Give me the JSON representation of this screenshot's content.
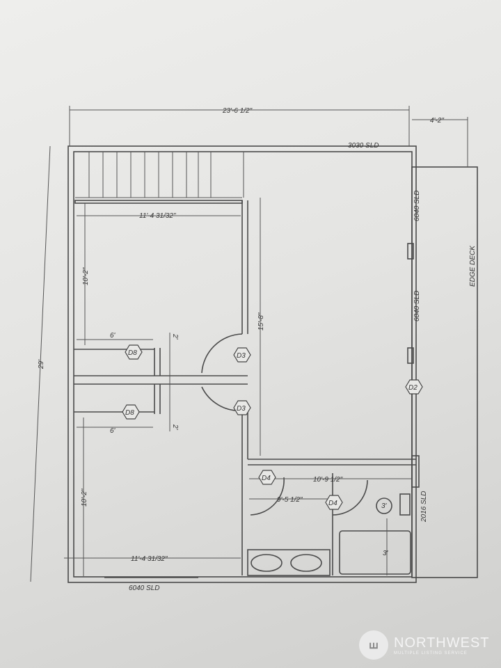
{
  "dimensions": {
    "overall_width": "23'-6 1/2\"",
    "deck_width": "4'-2\"",
    "overall_depth": "29'",
    "bedroom_width_top": "11'-4 31/32\"",
    "bedroom_width_bottom": "11'-4 31/32\"",
    "bedroom_depth_top": "10'-2\"",
    "bedroom_depth_bottom": "10'-2\"",
    "living_depth": "15'-8\"",
    "closet_width_top": "6'",
    "closet_width_bottom": "6'",
    "closet_depth_top": "2'",
    "closet_depth_bottom": "2'",
    "bath_hall_width": "10'-9 1/2\"",
    "bath_width": "9'-5 1/2\"",
    "toilet_clearance": "3'",
    "shower_depth": "3'"
  },
  "windows_doors": {
    "top": "3030 SLD",
    "right_upper": "6040 SLD",
    "right_middle": "6040 SLD",
    "right_bath": "2016 SLD",
    "bottom": "6040 SLD"
  },
  "door_tags": [
    "D8",
    "D8",
    "D3",
    "D3",
    "D2",
    "D4",
    "D4"
  ],
  "deck_label": "EDGE DECK",
  "watermark": {
    "name": "NORTHWEST",
    "tagline": "MULTIPLE LISTING SERVICE"
  }
}
